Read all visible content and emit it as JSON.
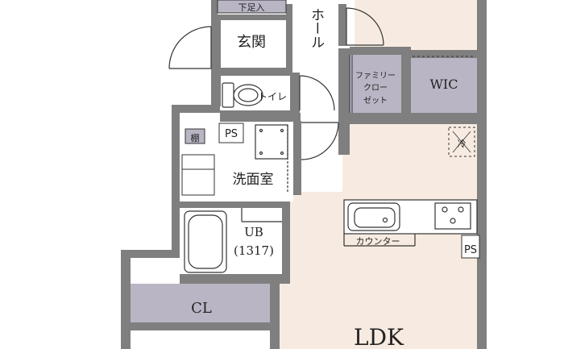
{
  "colors": {
    "wall": "#7f7f7f",
    "wall_dark": "#6e6e6e",
    "room_fill": "#ffffff",
    "ldk_fill": "#f7ebe1",
    "storage_fill": "#bab5c4",
    "line": "#333333",
    "text": "#222222"
  },
  "labels": {
    "shoe_storage": "下足入",
    "genkan": "玄関",
    "hall": "ホール",
    "toilet": "トイレ",
    "family_closet_1": "ファミリー",
    "family_closet_2": "クロー",
    "family_closet_3": "ゼット",
    "wic": "WIC",
    "ps_top": "PS",
    "shelf": "棚",
    "senmenshitsu": "洗面室",
    "ub_1": "UB",
    "ub_2": "(1317)",
    "cl": "CL",
    "counter": "カウンター",
    "ps_right": "PS",
    "ldk": "LDK",
    "fridge": "冷"
  }
}
